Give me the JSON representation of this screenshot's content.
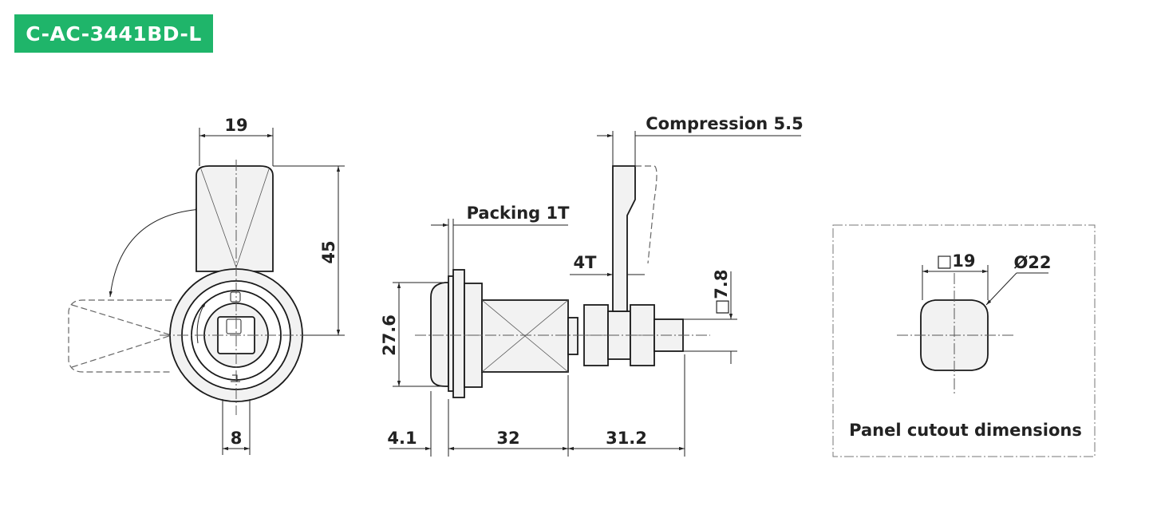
{
  "badge": {
    "text": "C-AC-3441BD-L",
    "color": "#1fb56a"
  },
  "front_view": {
    "width": "19",
    "height": "45",
    "bottom": "8"
  },
  "side_view": {
    "packing": "Packing 1T",
    "compression": "Compression 5.5",
    "thickness": "4T",
    "square": "□7.8",
    "diameter": "27.6",
    "len_a": "4.1",
    "len_b": "32",
    "len_c": "31.2"
  },
  "cutout": {
    "square": "□19",
    "diameter": "Ø22",
    "caption": "Panel cutout dimensions"
  }
}
